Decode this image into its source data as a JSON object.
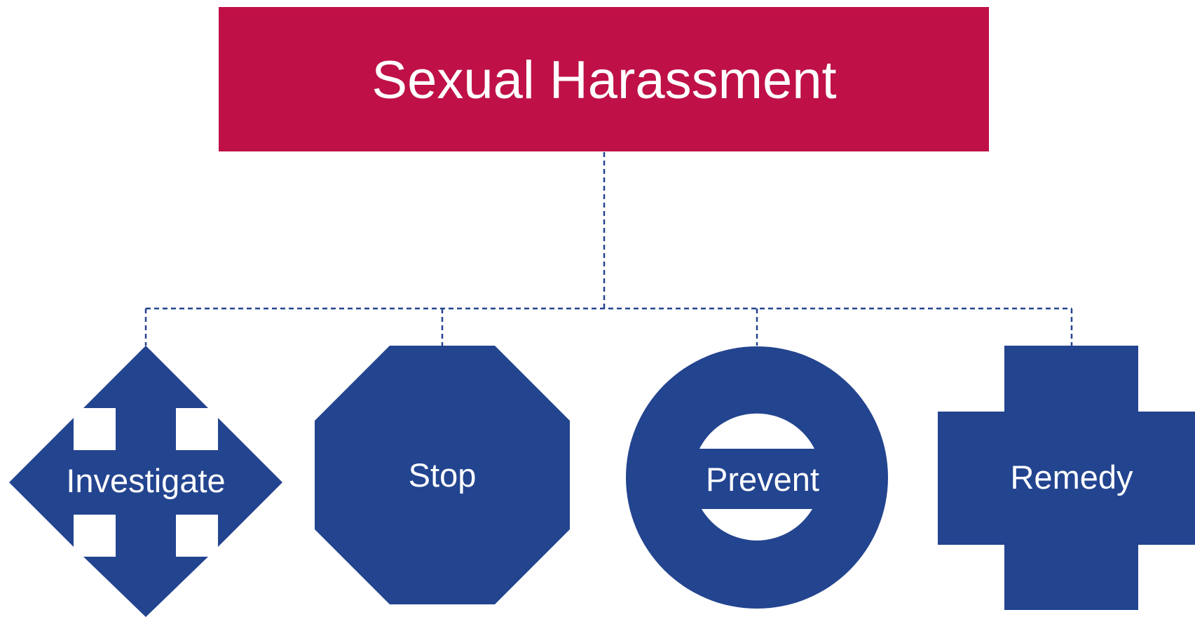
{
  "diagram": {
    "title": "Sexual Harassment",
    "nodes": [
      {
        "label": "Investigate",
        "shape": "four-way-arrow"
      },
      {
        "label": "Stop",
        "shape": "octagon"
      },
      {
        "label": "Prevent",
        "shape": "no-entry-circle"
      },
      {
        "label": "Remedy",
        "shape": "plus-cross"
      }
    ],
    "colors": {
      "title_box": "#bf1147",
      "node_fill": "#23448f",
      "connector": "#23448f",
      "text": "#ffffff"
    }
  }
}
